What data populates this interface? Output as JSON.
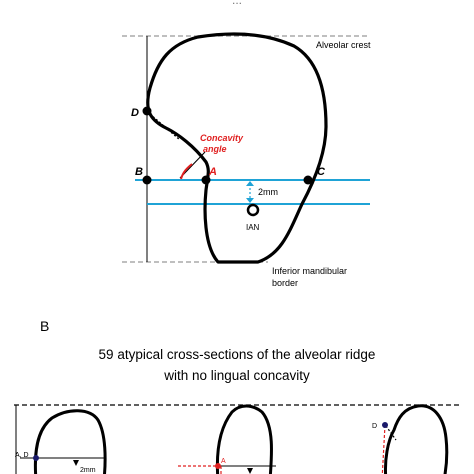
{
  "panel_a": {
    "header_text": "...",
    "alveolar_crest": "Alveolar crest",
    "inferior_border_line1": "Inferior mandibular",
    "inferior_border_line2": "border",
    "point_d": "D",
    "point_b": "B",
    "point_a": "A",
    "point_c": "C",
    "concavity_line1": "Concavity",
    "concavity_line2": "angle",
    "distance": "2mm",
    "ian": "IAN"
  },
  "panel_b": {
    "label": "B",
    "title_line1": "59 atypical cross-sections of the alveolar ridge",
    "title_line2": "with no lingual concavity",
    "left_point": "A, D",
    "left_distance": "2mm",
    "middle_point": "A",
    "right_point": "D"
  },
  "colors": {
    "outline": "#000000",
    "cyan": "#1fa3d6",
    "red": "#e02020",
    "gray": "#999999"
  }
}
